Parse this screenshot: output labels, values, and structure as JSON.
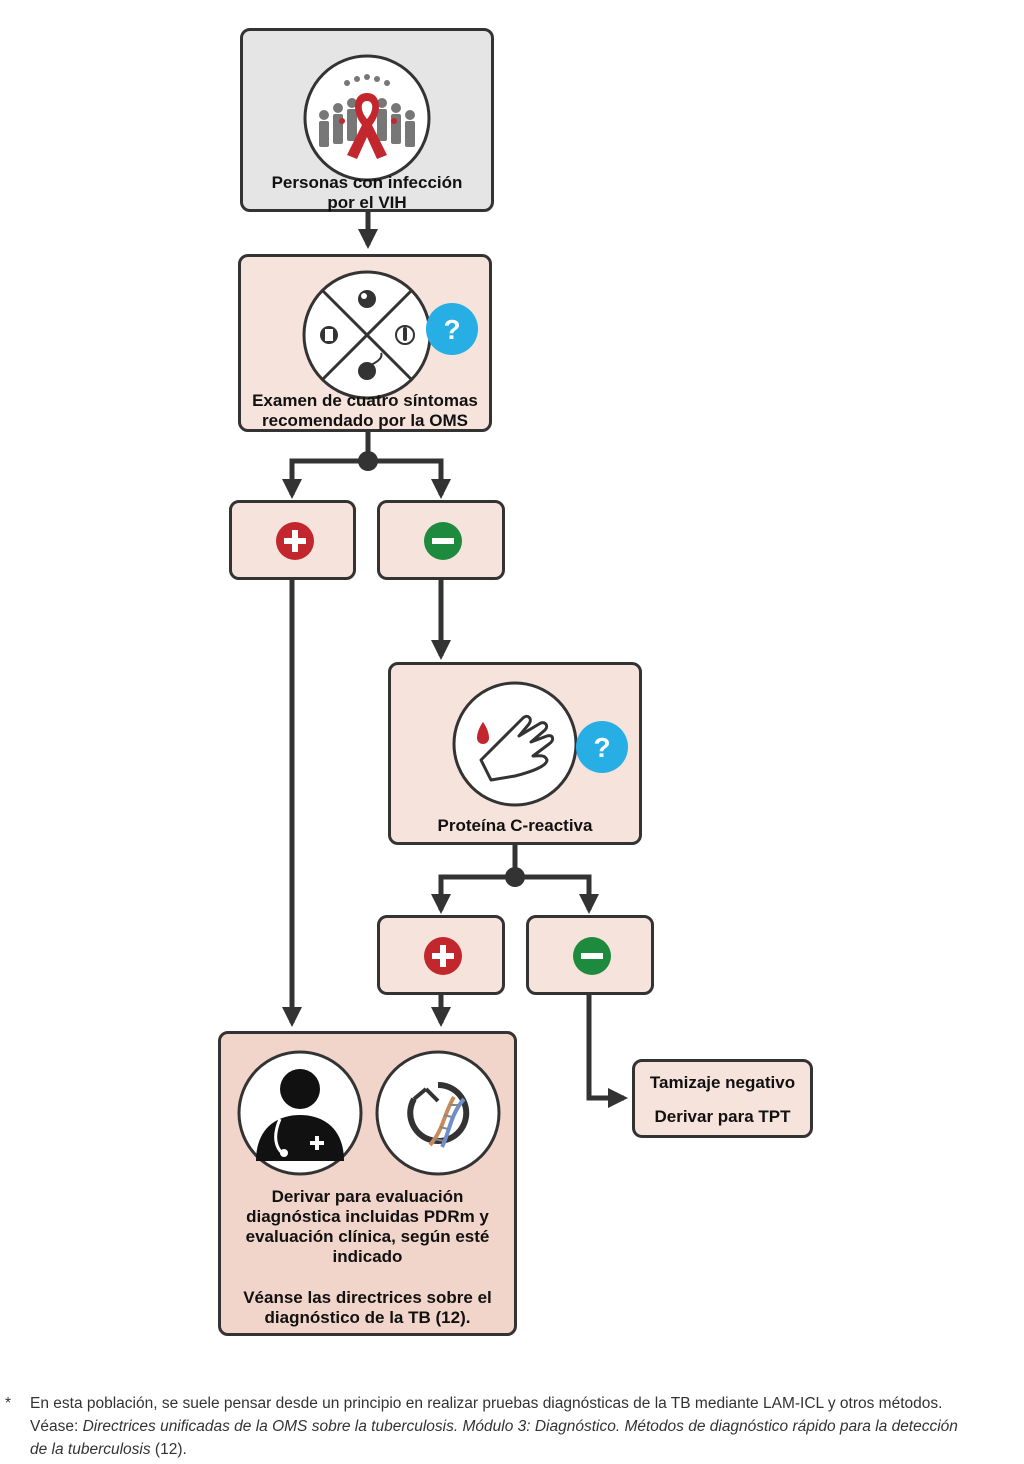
{
  "colors": {
    "box_gray": "#e5e5e5",
    "box_pink": "#f6e3db",
    "box_pink_dark": "#f2d5ca",
    "border": "#333333",
    "positive": "#c1272d",
    "negative": "#1d8a3e",
    "question": "#27aee4",
    "ribbon": "#c1272d"
  },
  "nodes": {
    "hiv": {
      "label_line1": "Personas con infección",
      "label_line2": "por el VIH",
      "icon": "people-red-ribbon-icon"
    },
    "symptom": {
      "label_line1": "Examen de cuatro síntomas",
      "label_line2": "recomendado por la OMS",
      "icon": "four-symptom-icon",
      "badge": "?"
    },
    "pos1": {
      "symbol": "+"
    },
    "neg1": {
      "symbol": "−"
    },
    "crp": {
      "label": "Proteína C-reactiva",
      "icon": "finger-prick-icon",
      "badge": "?"
    },
    "pos2": {
      "symbol": "+"
    },
    "neg2": {
      "symbol": "−"
    },
    "negative_result": {
      "line1": "Tamizaje negativo",
      "line2": "Derivar para TPT"
    },
    "referral": {
      "icons": [
        "doctor-icon",
        "dna-test-icon"
      ],
      "line1": "Derivar para evaluación",
      "line2": "diagnóstica incluidas PDRm y",
      "line3": "evaluación clínica, según esté",
      "line4": "indicado",
      "line5": "Véanse las directrices sobre el",
      "line6": "diagnóstico de la TB (12)."
    }
  },
  "footnote": {
    "mark": "*",
    "text1": "En esta población, se suele pensar desde un principio en realizar pruebas diagnósticas de la TB mediante LAM-ICL y otros métodos.",
    "see": "Véase: ",
    "ref_italic1": "Directrices unificadas de la OMS sobre la tuberculosis. Módulo 3: Diagnóstico. Métodos de diagnóstico rápido para la detección",
    "ref_italic2": "de la tuberculosis",
    "ref_end": " (12)."
  }
}
